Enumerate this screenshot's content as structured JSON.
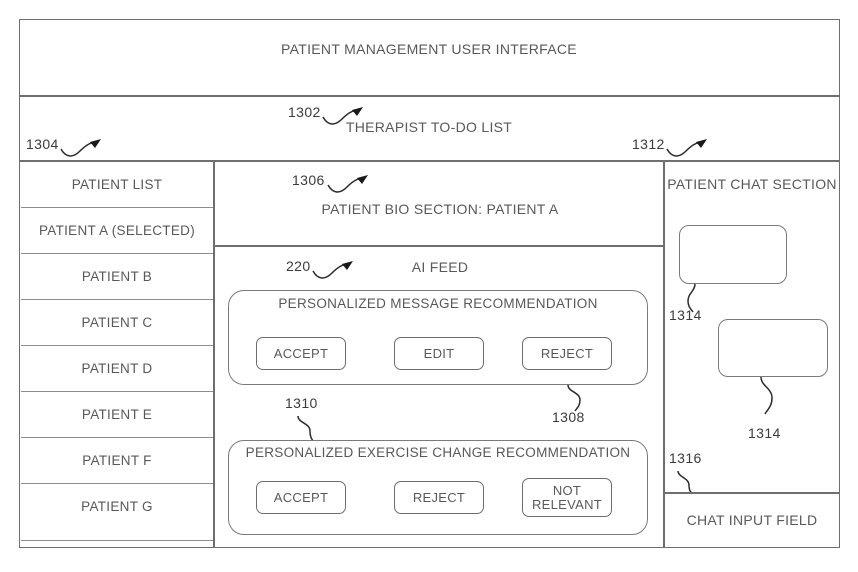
{
  "figure": {
    "header_title": "PATIENT MANAGEMENT USER INTERFACE",
    "subheader_title": "THERAPIST TO-DO LIST"
  },
  "reference_numerals": {
    "todo_list": "1302",
    "patient_list": "1304",
    "bio_section": "1306",
    "message_recommendation": "1308",
    "exercise_recommendation": "1310",
    "chat_section": "1312",
    "chat_bubble_first": "1314",
    "chat_bubble_second": "1314",
    "chat_input": "1316",
    "ai_feed": "220"
  },
  "patient_list": {
    "header": "PATIENT LIST",
    "items": [
      {
        "label": "PATIENT A (SELECTED)",
        "selected": true
      },
      {
        "label": "PATIENT B",
        "selected": false
      },
      {
        "label": "PATIENT C",
        "selected": false
      },
      {
        "label": "PATIENT D",
        "selected": false
      },
      {
        "label": "PATIENT E",
        "selected": false
      },
      {
        "label": "PATIENT F",
        "selected": false
      },
      {
        "label": "PATIENT G",
        "selected": false
      }
    ]
  },
  "center": {
    "bio_title": "PATIENT BIO SECTION: PATIENT A",
    "ai_feed_title": "AI FEED",
    "message_card": {
      "title": "PERSONALIZED MESSAGE RECOMMENDATION",
      "buttons": [
        "ACCEPT",
        "EDIT",
        "REJECT"
      ]
    },
    "exercise_card": {
      "title": "PERSONALIZED EXERCISE CHANGE RECOMMENDATION",
      "buttons": [
        "ACCEPT",
        "REJECT",
        "NOT RELEVANT"
      ]
    }
  },
  "chat": {
    "title": "PATIENT CHAT SECTION",
    "messages": [
      "",
      ""
    ],
    "input_label": "CHAT INPUT FIELD"
  },
  "colors": {
    "frame": "#6f6f6f",
    "rule": "#8d8d8d",
    "text": "#585858",
    "numeral": "#3b3b3b"
  }
}
